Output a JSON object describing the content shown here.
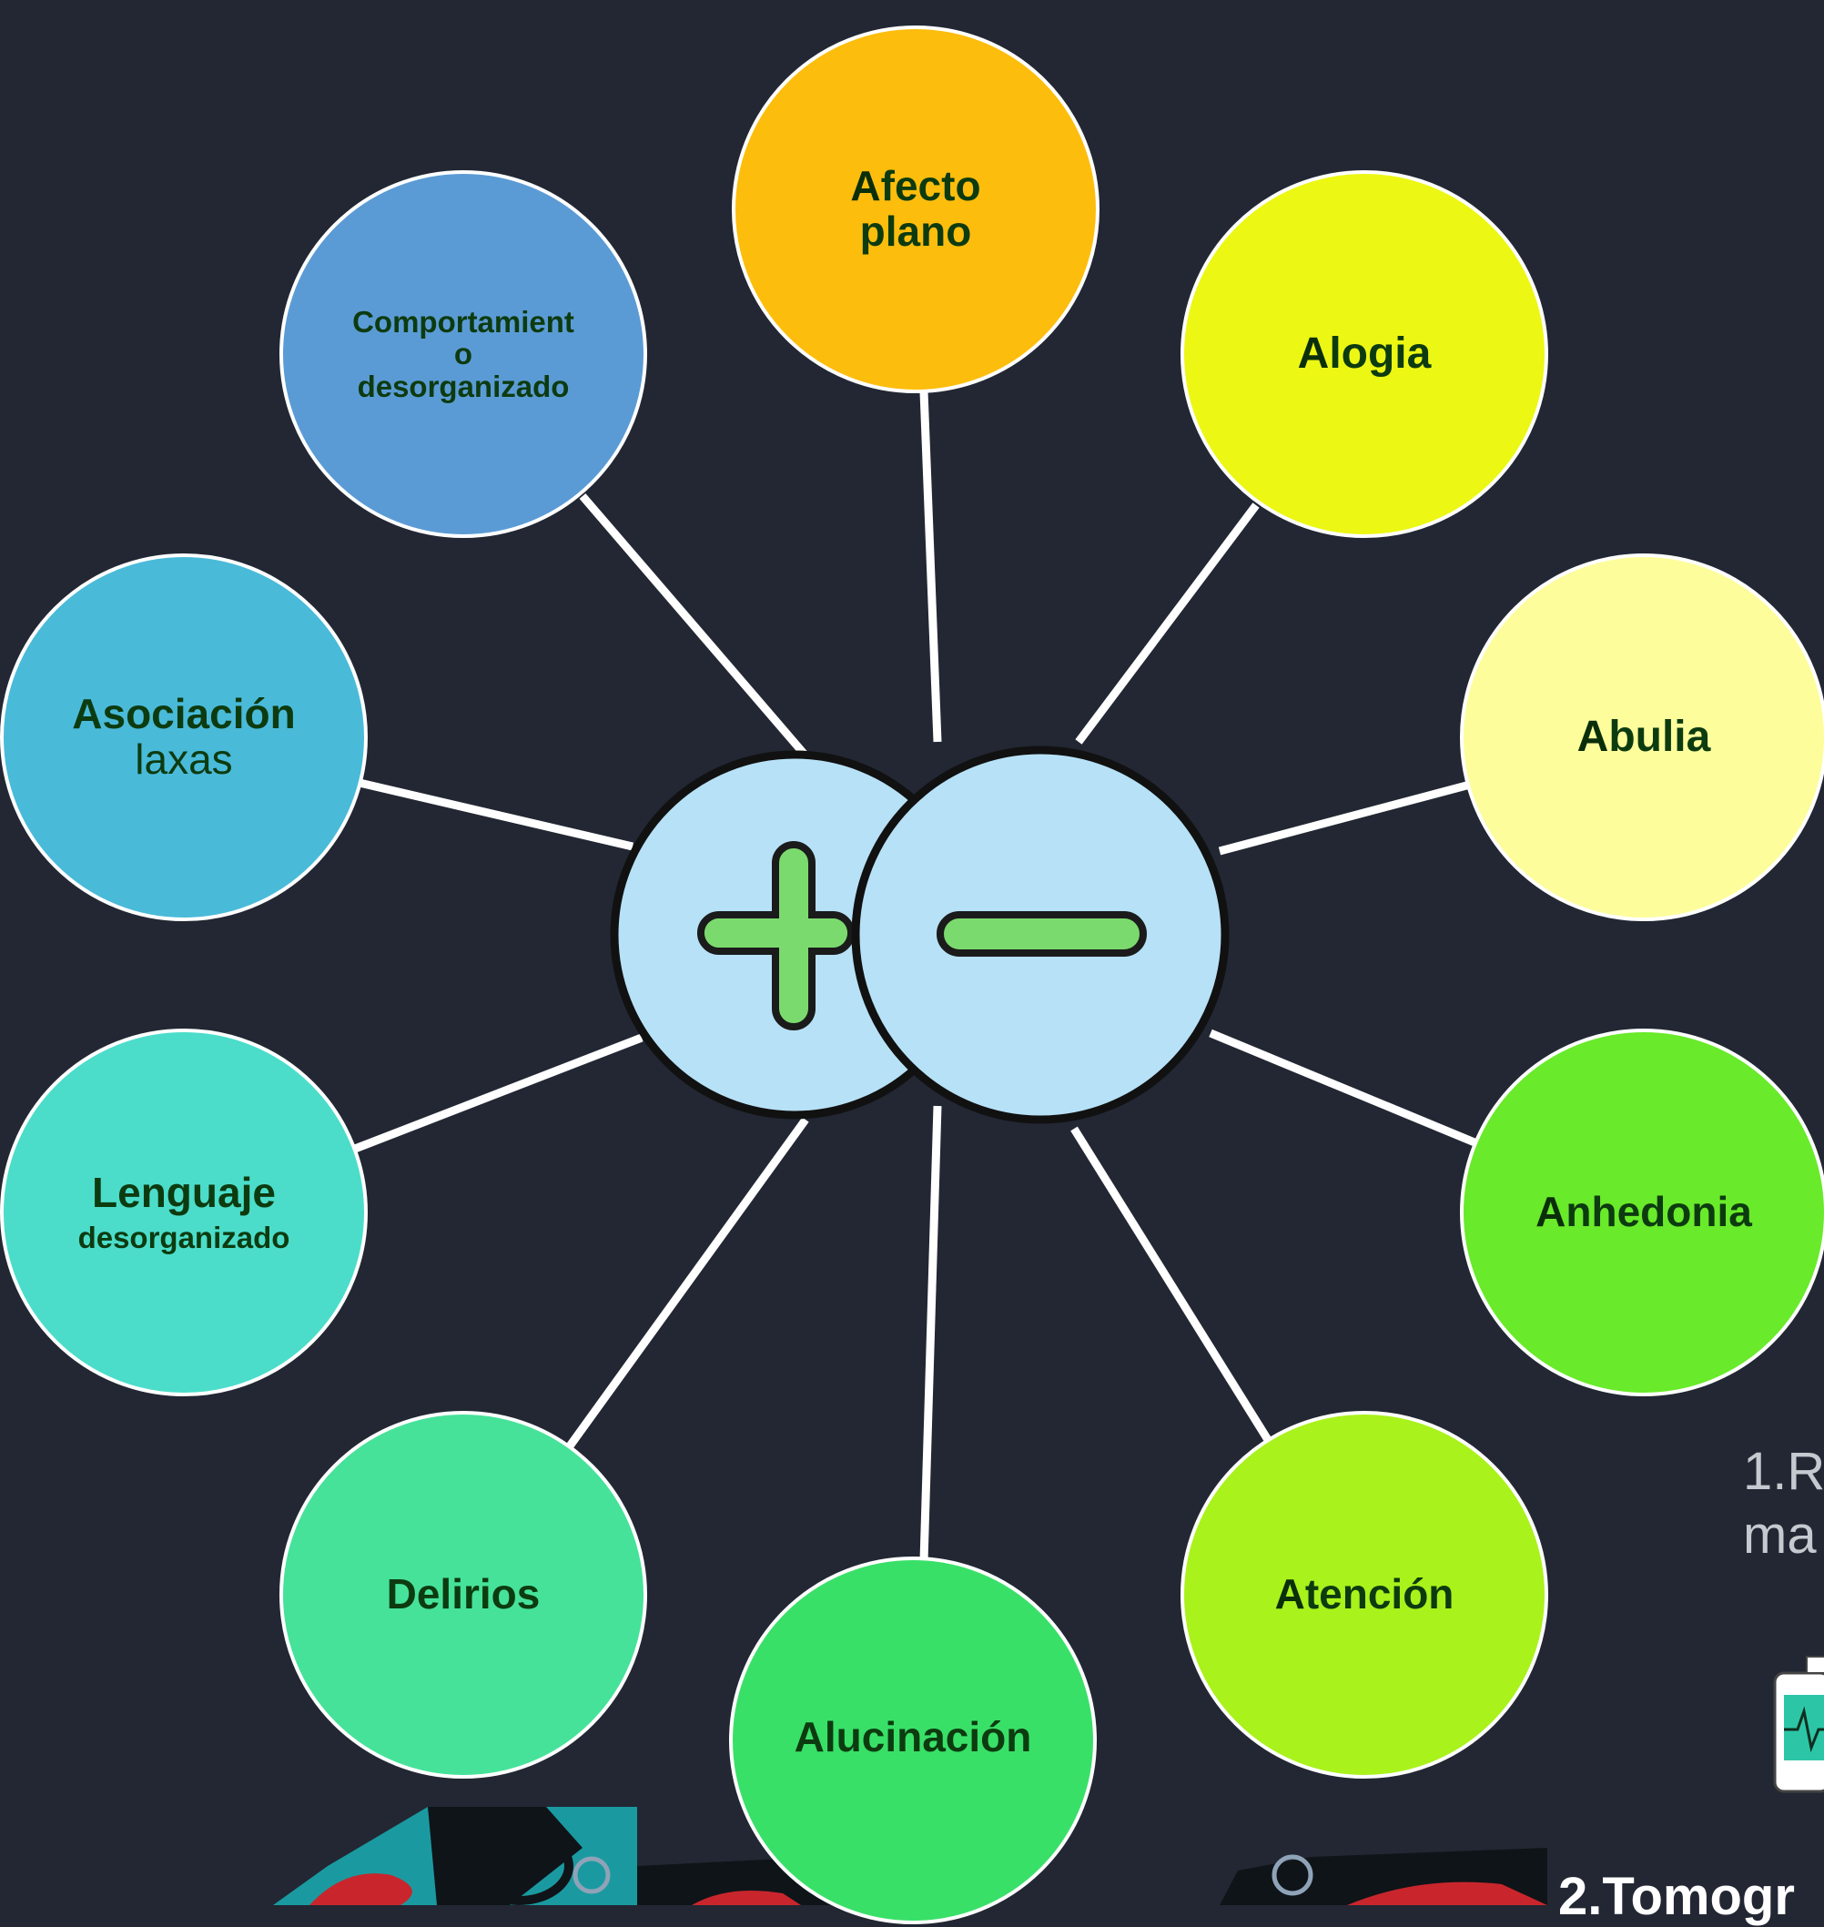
{
  "diagram": {
    "center": {
      "plus_symbol": "+",
      "minus_symbol": "−"
    },
    "nodes": [
      {
        "id": "afecto-plano",
        "initial": "A",
        "rest": "fecto",
        "line2": "plano",
        "color": "#FDBD0D"
      },
      {
        "id": "alogia",
        "initial": "A",
        "rest": "logia",
        "line2": "",
        "color": "#ECF714"
      },
      {
        "id": "abulia",
        "initial": "A",
        "rest": "bulia",
        "line2": "",
        "color": "#FDFD9C"
      },
      {
        "id": "anhedonia",
        "initial": "A",
        "rest": "nhedonia",
        "line2": "",
        "color": "#69EA2A"
      },
      {
        "id": "atencion",
        "initial": "A",
        "rest": "tención",
        "line2": "",
        "color": "#A9F21C"
      },
      {
        "id": "alucinacion",
        "text": "Alucinación",
        "color": "#39E068"
      },
      {
        "id": "delirios",
        "text": "Delirios",
        "color": "#46E29A"
      },
      {
        "id": "lenguaje",
        "line1": "Lenguaje",
        "line2": "desorganizado",
        "color": "#4BDDCA"
      },
      {
        "id": "asociacion",
        "line1": "Asociación",
        "line2": "laxas",
        "color": "#4ABAD9"
      },
      {
        "id": "comportamiento",
        "line1": "Comportamient",
        "line2": "o",
        "line3": "desorganizado",
        "color": "#5B9BD5"
      }
    ]
  },
  "side_text": {
    "line1": "1.R",
    "line2": "ma"
  },
  "bottom_text": "2.Tomogr",
  "colors": {
    "background": "#222733",
    "center_fill": "#B7E1F7",
    "symbol_green": "#7BDA6E"
  }
}
